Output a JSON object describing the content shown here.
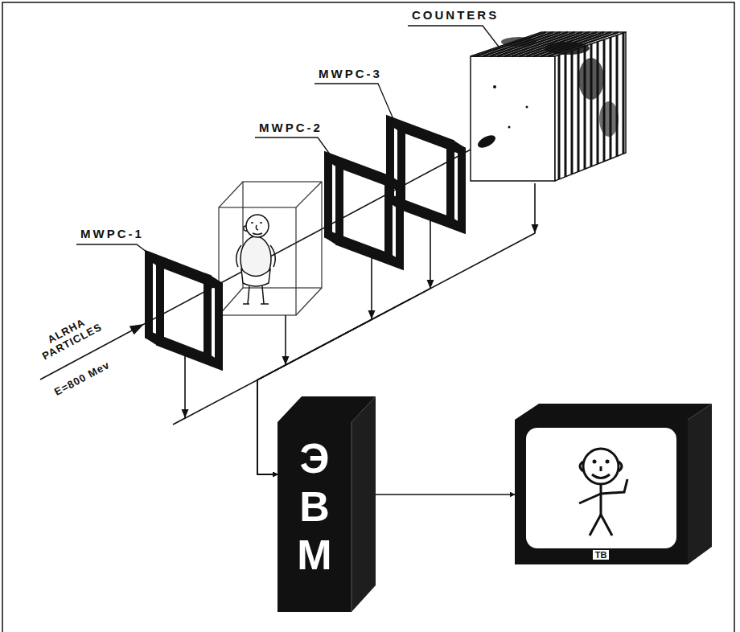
{
  "diagram": {
    "nodes": [
      {
        "text": [
          "MWPC-1"
        ]
      },
      {
        "text": [
          "MWPC-2"
        ]
      },
      {
        "text": [
          "MWPC-3"
        ]
      },
      {
        "text": [
          "COUNTERS"
        ]
      },
      {
        "text": [
          "ЭВМ"
        ]
      },
      {
        "text": [
          "ТВ"
        ]
      }
    ],
    "edges": [
      {
        "from": 0,
        "to": 4,
        "arrow": "to"
      },
      {
        "from": 1,
        "to": 4,
        "arrow": "to"
      },
      {
        "from": 2,
        "to": 4,
        "arrow": "to"
      },
      {
        "from": 3,
        "to": 4,
        "arrow": "to"
      },
      {
        "from": 4,
        "to": 5,
        "arrow": "to"
      }
    ],
    "labels": [
      "ALRHA PARTICLES",
      "E=800 Mev"
    ]
  }
}
